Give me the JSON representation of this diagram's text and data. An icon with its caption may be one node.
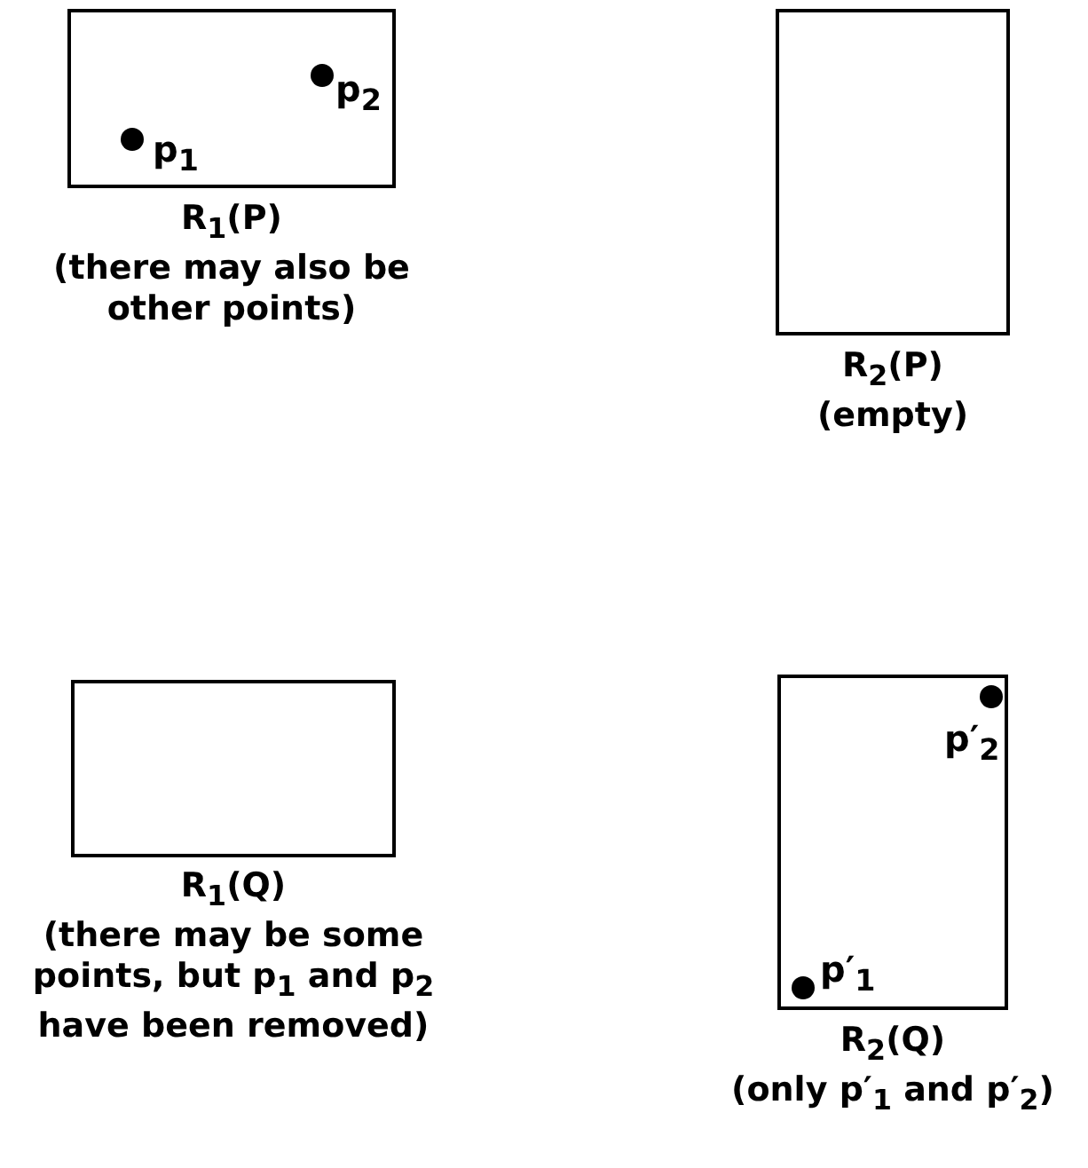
{
  "diagram": {
    "nodes": [
      {
        "text": [
          "R$_{1}$(P)",
          "(there may also be other points)"
        ]
      },
      {
        "text": [
          "p$_{1}$"
        ],
        "in": 0
      },
      {
        "text": [
          "p$_{2}$"
        ],
        "in": 0
      },
      {
        "text": [
          "R$_{2}$(P)",
          "(empty)"
        ]
      },
      {
        "text": [
          "R$_{1}$(Q)",
          "(there may be some points, but p$_{1}$ and p$_{2}$ have been removed)"
        ]
      },
      {
        "text": [
          "R$_{2}$(Q)",
          "(only p′$_{1}$ and p′$_{2}$)"
        ]
      },
      {
        "text": [
          "p′$_{1}$"
        ],
        "in": 5
      },
      {
        "text": [
          "p′$_{2}$"
        ],
        "in": 5
      }
    ]
  }
}
